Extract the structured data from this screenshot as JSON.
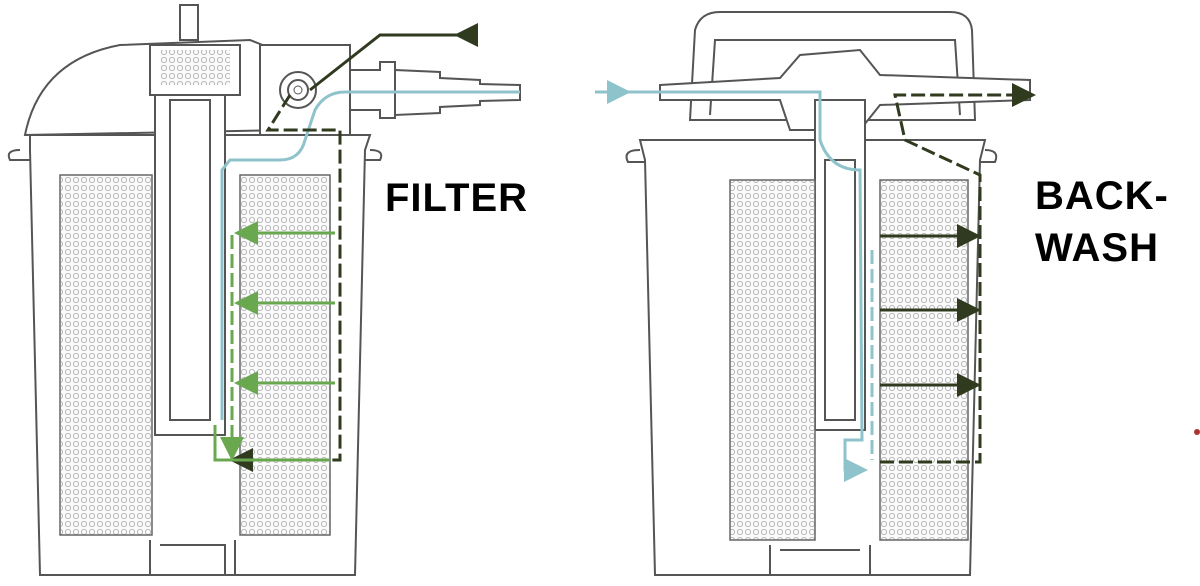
{
  "labels": {
    "filter": "FILTER",
    "backwash_line1": "BACK-",
    "backwash_line2": "WASH"
  },
  "colors": {
    "clean_flow": "#8fc3cc",
    "filtered_flow": "#6aa84f",
    "dirty_flow": "#2f3a1f",
    "outline": "#555555"
  }
}
